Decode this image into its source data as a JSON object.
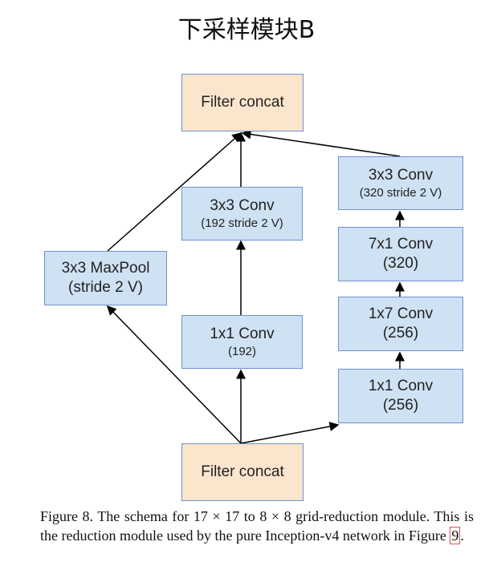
{
  "title": "下采样模块B",
  "nodes": {
    "concat_top": {
      "label": "Filter concat"
    },
    "concat_bottom": {
      "label": "Filter concat"
    },
    "maxpool": {
      "label": "3x3 MaxPool",
      "sub": "(stride 2 V)"
    },
    "mid_conv3": {
      "label": "3x3 Conv",
      "sub": "(192 stride 2 V)"
    },
    "mid_conv1": {
      "label": "1x1 Conv",
      "sub": "(192)"
    },
    "right_conv3": {
      "label": "3x3 Conv",
      "sub": "(320 stride 2 V)"
    },
    "right_conv71": {
      "label": "7x1 Conv",
      "sub": "(320)"
    },
    "right_conv17": {
      "label": "1x7 Conv",
      "sub": "(256)"
    },
    "right_conv1": {
      "label": "1x1 Conv",
      "sub": "(256)"
    }
  },
  "caption": {
    "text": "Figure 8. The schema for 17 × 17 to 8 × 8 grid-reduction module. This is the reduction module used by the pure Inception-v4 network in Figure ",
    "ref": "9",
    "end": "."
  },
  "colors": {
    "box_fill": "#cfe2f3",
    "concat_fill": "#fce5cd",
    "border": "#6f8fd0"
  }
}
